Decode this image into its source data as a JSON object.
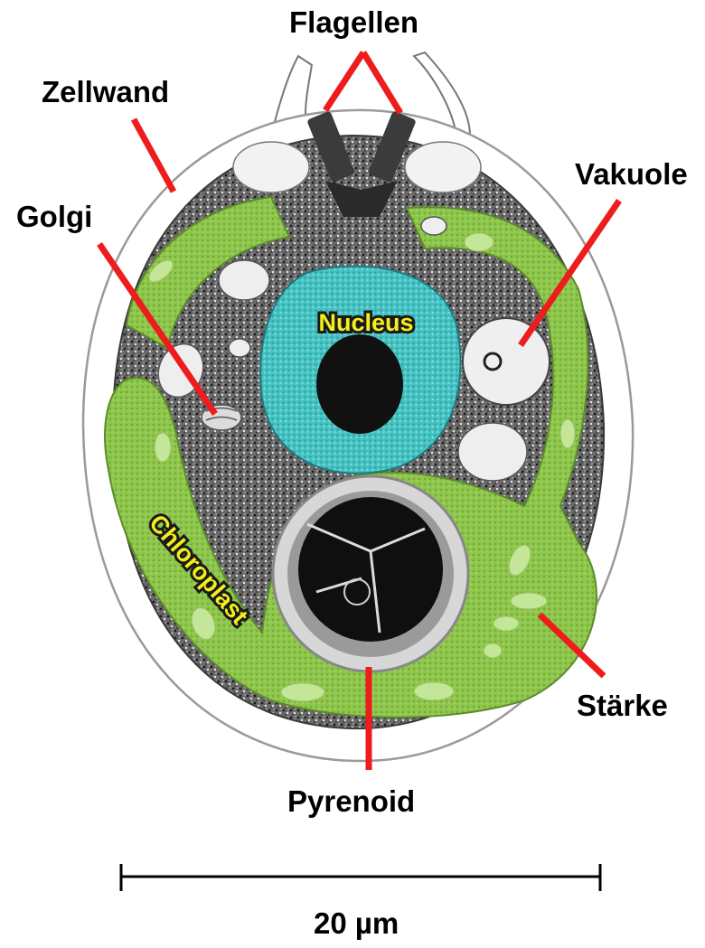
{
  "labels": {
    "flagellen": "Flagellen",
    "zellwand": "Zellwand",
    "vakuole": "Vakuole",
    "golgi": "Golgi",
    "nucleus": "Nucleus",
    "chloroplast": "Chloroplast",
    "staerke": "Stärke",
    "pyrenoid": "Pyrenoid"
  },
  "scale_bar": {
    "label": "20 µm"
  },
  "colors": {
    "leader_lines": "#ee1c1c",
    "chloroplast": "#8cc34a",
    "nucleus": "#3fbfbf",
    "cytoplasm": "#5a5a5a",
    "inner_label_text": "#f4ee1c"
  }
}
